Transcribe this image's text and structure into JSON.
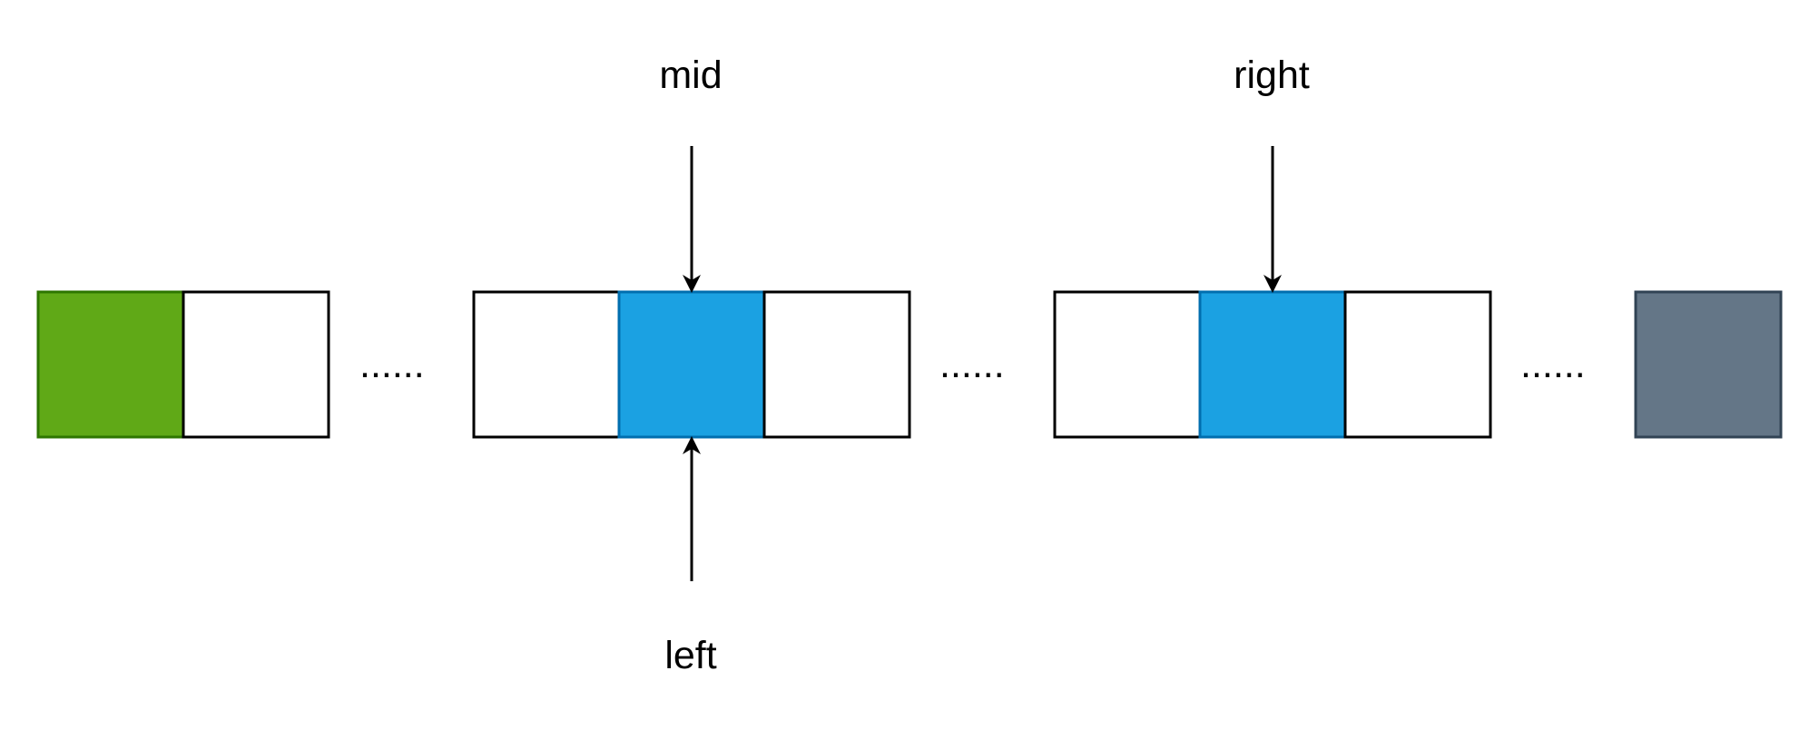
{
  "pointers": {
    "mid": "mid",
    "right": "right",
    "left": "left"
  },
  "ellipsis": {
    "first": "......",
    "second": "......",
    "third": "......"
  },
  "colors": {
    "first_cell_fill": "#60a917",
    "first_cell_stroke": "#2d7600",
    "highlight_fill": "#1ba1e2",
    "highlight_stroke": "#006eaf",
    "last_cell_fill": "#647687",
    "last_cell_stroke": "#314354",
    "empty_fill": "#ffffff",
    "empty_stroke": "#000000"
  }
}
